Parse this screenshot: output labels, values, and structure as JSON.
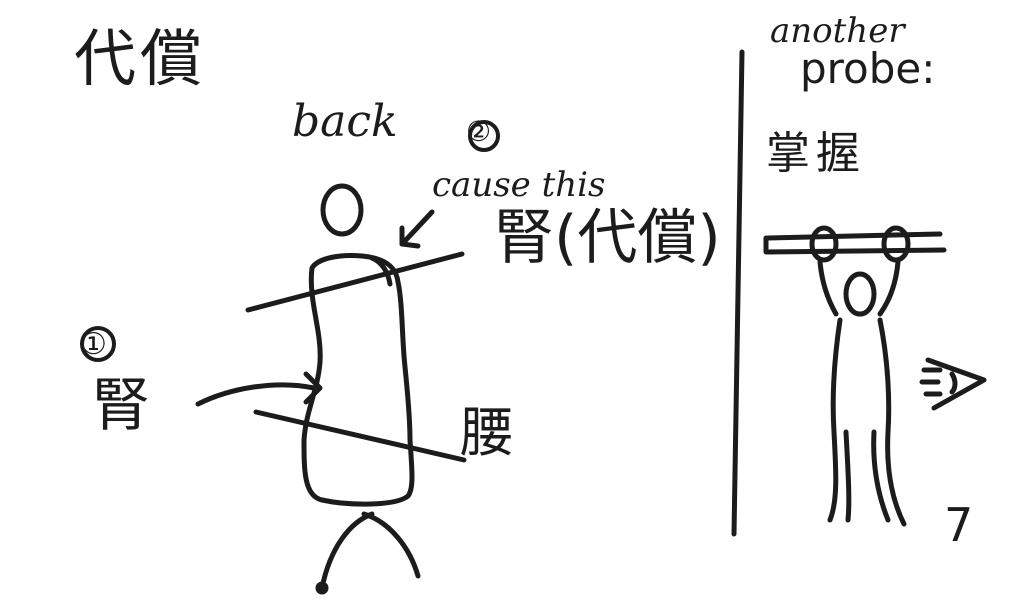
{
  "colors": {
    "ink": "#1c1c1c",
    "paper": "#ffffff"
  },
  "labels": {
    "title": "代償",
    "back": "back",
    "step_two_marker": "②",
    "cause_this": "cause this",
    "step_two_text": "腎(代償)",
    "step_one_marker": "①",
    "step_one_text": "腎",
    "waist": "腰",
    "another": "another",
    "probe": "probe:",
    "probe_title": "掌握",
    "page_number": "7"
  },
  "icons": {
    "torso_figure": "standing-torso-figure",
    "arms_up_figure": "arms-raised-figure",
    "eye": "eye-icon",
    "arrow_cause": "arrow-icon",
    "arrow_step_one": "arrow-icon"
  }
}
